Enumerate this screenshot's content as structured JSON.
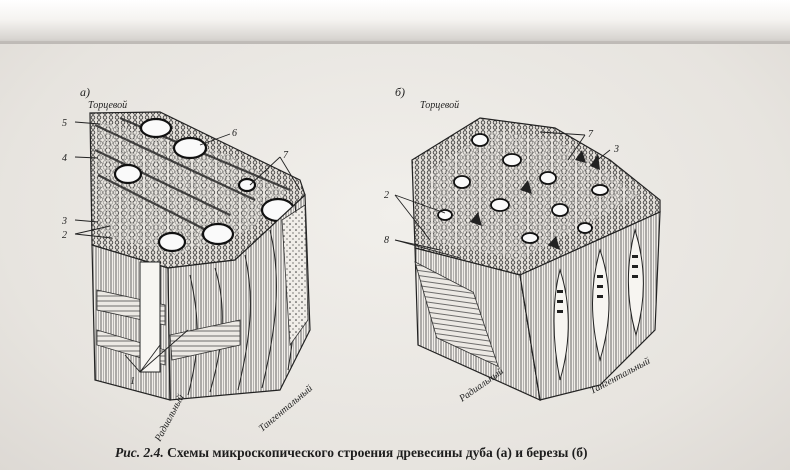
{
  "figure": {
    "panel_a": {
      "letter": "а)",
      "face_top": "Торцевой",
      "face_radial": "Радиальный",
      "face_tangential": "Тангентальный",
      "callouts": [
        "5",
        "4",
        "3",
        "2",
        "6",
        "7",
        "1"
      ]
    },
    "panel_b": {
      "letter": "б)",
      "face_top": "Торцевой",
      "face_radial": "Радиальный",
      "face_tangential": "Тангентальный",
      "callouts": [
        "7",
        "3",
        "2",
        "8"
      ]
    }
  },
  "caption": {
    "lead": "Рис. 2.4.",
    "text": "Схемы микроскопического строения древесины дуба (а) и березы (б)"
  }
}
